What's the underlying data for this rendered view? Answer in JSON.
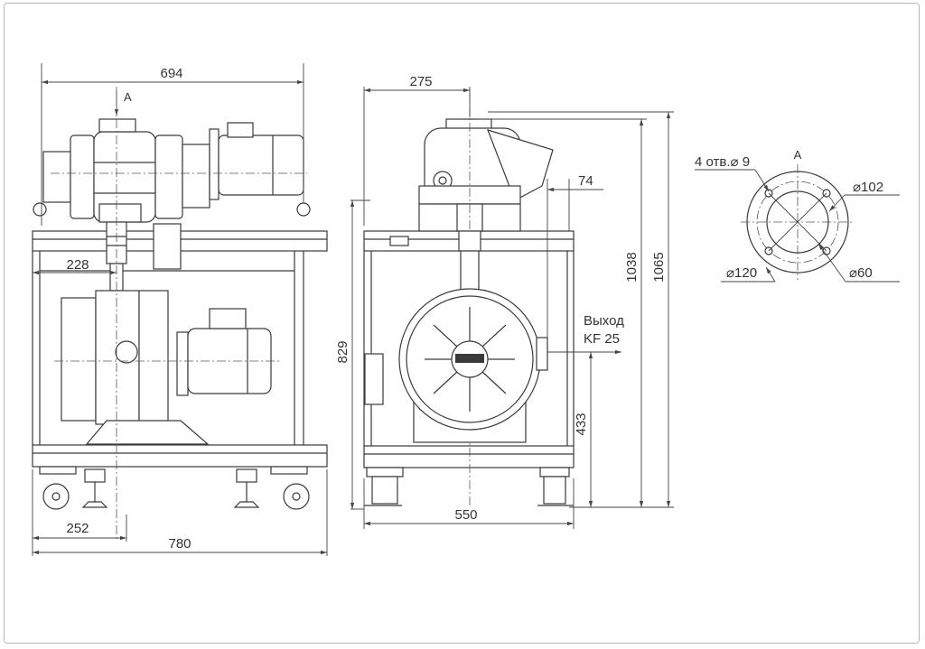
{
  "front_view": {
    "dim_overall_width": "694",
    "dim_inlet_offset": "228",
    "dim_foot_offset": "252",
    "dim_base_width": "780",
    "inlet_label": "A"
  },
  "side_view": {
    "dim_top_offset": "275",
    "dim_outlet_offset": "74",
    "dim_frame_height": "829",
    "dim_outlet_height": "433",
    "dim_height_flange": "1038",
    "dim_total_height": "1065",
    "dim_frame_width": "550",
    "outlet_label_line1": "Выход",
    "outlet_label_line2": "KF 25"
  },
  "flange_view": {
    "label_view": "A",
    "label_holes": "4 отв.⌀ 9",
    "label_d102": "⌀102",
    "label_d120": "⌀120",
    "label_d60": "⌀60"
  }
}
